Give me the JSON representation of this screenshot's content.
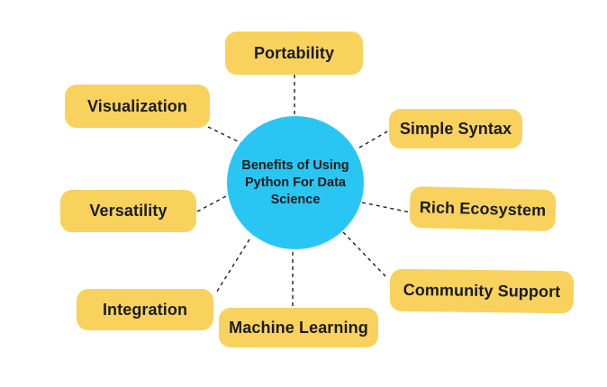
{
  "diagram": {
    "title": "Benefits of Using Python For Data Science",
    "center": {
      "lines": [
        "Benefits of Using",
        "Python For Data",
        "Science"
      ],
      "bg_color": "#29C6F4",
      "text_color": "#1b1b1b"
    },
    "nodes": [
      {
        "id": "portability",
        "label": "Portability"
      },
      {
        "id": "visualization",
        "label": "Visualization"
      },
      {
        "id": "simple-syntax",
        "label": "Simple Syntax"
      },
      {
        "id": "versatility",
        "label": "Versatility"
      },
      {
        "id": "rich-ecosystem",
        "label": "Rich Ecosystem"
      },
      {
        "id": "integration",
        "label": "Integration"
      },
      {
        "id": "machine-learning",
        "label": "Machine Learning"
      },
      {
        "id": "community-support",
        "label": "Community Support"
      }
    ],
    "style": {
      "node_bg_color": "#F8D25C",
      "hub_bg_color": "#29C6F4",
      "connector_color": "#1e1e1e",
      "background_color": "#ffffff",
      "text_color": "#1b1b1b"
    }
  }
}
